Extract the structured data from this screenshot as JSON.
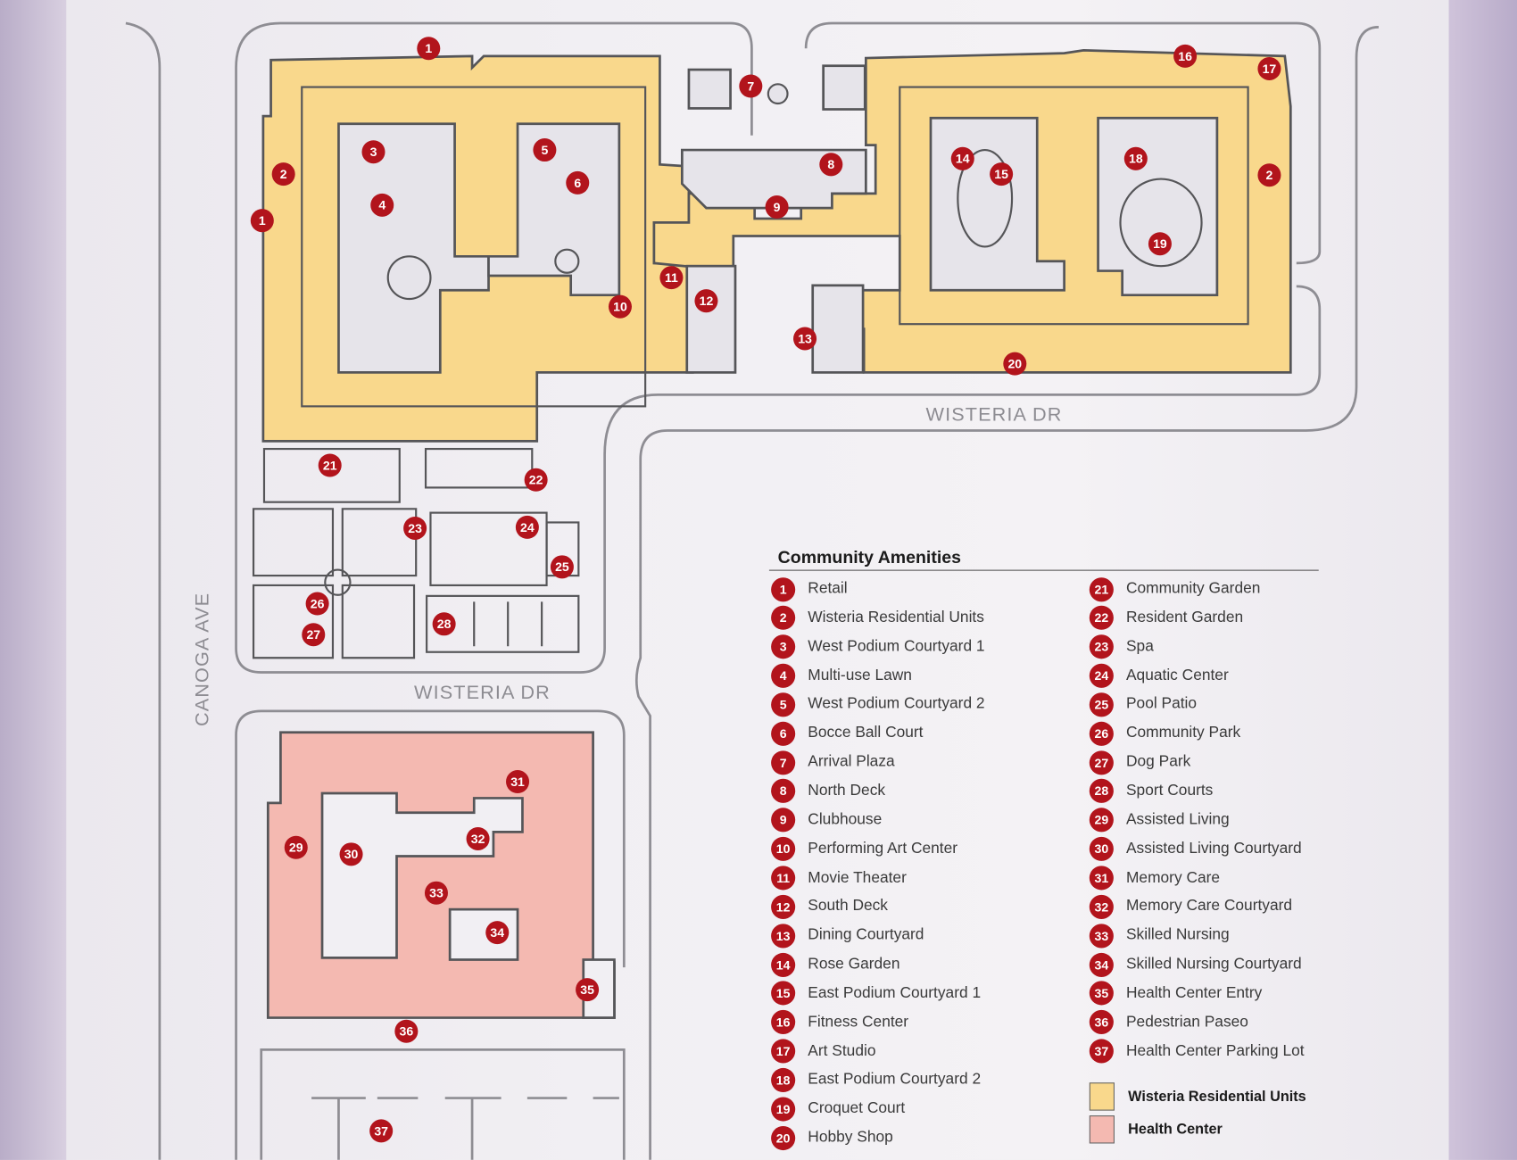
{
  "colors": {
    "residential": "#f9d88c",
    "health": "#f4b9b1",
    "marker": "#b2141c",
    "road": "#8e8d93",
    "building_line": "#555558"
  },
  "streets": {
    "wisteria_north": "WISTERIA DR",
    "wisteria_south": "WISTERIA DR",
    "canoga": "CANOGA AVE"
  },
  "legend": {
    "title": "Community Amenities",
    "items": [
      {
        "n": "1",
        "label": "Retail"
      },
      {
        "n": "2",
        "label": "Wisteria Residential Units"
      },
      {
        "n": "3",
        "label": "West Podium Courtyard 1"
      },
      {
        "n": "4",
        "label": "Multi-use Lawn"
      },
      {
        "n": "5",
        "label": "West Podium Courtyard 2"
      },
      {
        "n": "6",
        "label": "Bocce Ball Court"
      },
      {
        "n": "7",
        "label": "Arrival Plaza"
      },
      {
        "n": "8",
        "label": "North Deck"
      },
      {
        "n": "9",
        "label": "Clubhouse"
      },
      {
        "n": "10",
        "label": "Performing Art Center"
      },
      {
        "n": "11",
        "label": "Movie Theater"
      },
      {
        "n": "12",
        "label": "South Deck"
      },
      {
        "n": "13",
        "label": "Dining Courtyard"
      },
      {
        "n": "14",
        "label": "Rose Garden"
      },
      {
        "n": "15",
        "label": "East Podium Courtyard 1"
      },
      {
        "n": "16",
        "label": "Fitness Center"
      },
      {
        "n": "17",
        "label": "Art Studio"
      },
      {
        "n": "18",
        "label": "East Podium Courtyard 2"
      },
      {
        "n": "19",
        "label": "Croquet Court"
      },
      {
        "n": "20",
        "label": "Hobby Shop"
      },
      {
        "n": "21",
        "label": "Community Garden"
      },
      {
        "n": "22",
        "label": "Resident Garden"
      },
      {
        "n": "23",
        "label": "Spa"
      },
      {
        "n": "24",
        "label": "Aquatic Center"
      },
      {
        "n": "25",
        "label": "Pool Patio"
      },
      {
        "n": "26",
        "label": "Community Park"
      },
      {
        "n": "27",
        "label": "Dog Park"
      },
      {
        "n": "28",
        "label": "Sport Courts"
      },
      {
        "n": "29",
        "label": "Assisted Living"
      },
      {
        "n": "30",
        "label": "Assisted Living Courtyard"
      },
      {
        "n": "31",
        "label": "Memory Care"
      },
      {
        "n": "32",
        "label": "Memory Care Courtyard"
      },
      {
        "n": "33",
        "label": "Skilled Nursing"
      },
      {
        "n": "34",
        "label": "Skilled Nursing Courtyard"
      },
      {
        "n": "35",
        "label": "Health Center Entry"
      },
      {
        "n": "36",
        "label": "Pedestrian Paseo"
      },
      {
        "n": "37",
        "label": "Health Center Parking Lot"
      }
    ],
    "keys": [
      {
        "label": "Wisteria Residential Units",
        "color": "#f9d88c"
      },
      {
        "label": "Health Center",
        "color": "#f4b9b1"
      }
    ]
  },
  "markers": [
    "1",
    "1",
    "2",
    "2",
    "3",
    "4",
    "5",
    "6",
    "7",
    "8",
    "9",
    "10",
    "11",
    "12",
    "13",
    "14",
    "15",
    "16",
    "17",
    "18",
    "19",
    "20",
    "21",
    "22",
    "23",
    "24",
    "25",
    "26",
    "27",
    "28",
    "29",
    "30",
    "31",
    "32",
    "33",
    "34",
    "35",
    "36",
    "37"
  ]
}
